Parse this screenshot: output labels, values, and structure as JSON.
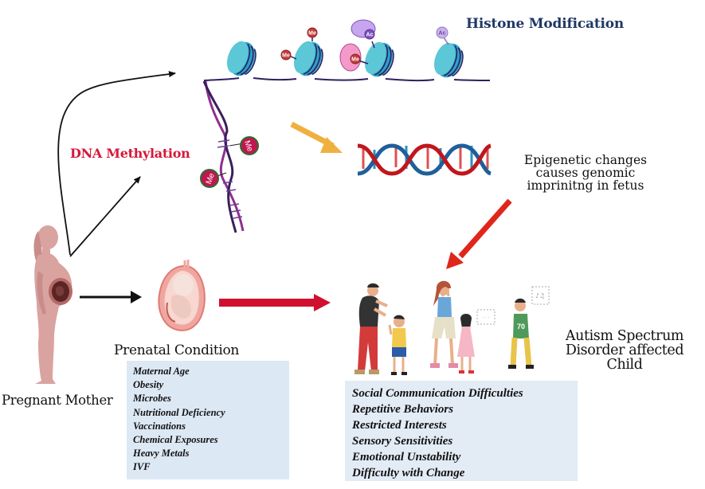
{
  "diagram": {
    "labels": {
      "histone_modification": "Histone Modification",
      "dna_methylation": "DNA Methylation",
      "epigenetic_changes": [
        "Epigenetic changes",
        "causes genomic",
        "imprinitng in fetus"
      ],
      "prenatal_condition": "Prenatal Condition",
      "pregnant_mother": "Pregnant Mother",
      "asd_child": [
        "Autism Spectrum",
        "Disorder affected",
        "Child"
      ]
    },
    "marks": {
      "methyl": "Me",
      "acetyl": "Ac"
    },
    "prenatal_factors": [
      "Maternal Age",
      "Obesity",
      "Microbes",
      "Nutritional Deficiency",
      "Vaccinations",
      "Chemical Exposures",
      "Heavy Metals",
      "IVF"
    ],
    "asd_traits": [
      "Social Communication Difficulties",
      "Repetitive Behaviors",
      "Restricted Interests",
      "Sensory Sensitivities",
      "Emotional Unstability",
      "Difficulty with Change"
    ],
    "shirt_number": "70",
    "colors": {
      "histone_title": "#1f3864",
      "dna_methylation_title": "#d6173a",
      "red_arrow": "#d0102e",
      "orange_arrow": "#f0b040",
      "bright_red_arrow": "#e0261b",
      "nucleosome": "#4fc0d0",
      "box_fill": "#dde8f5"
    }
  }
}
